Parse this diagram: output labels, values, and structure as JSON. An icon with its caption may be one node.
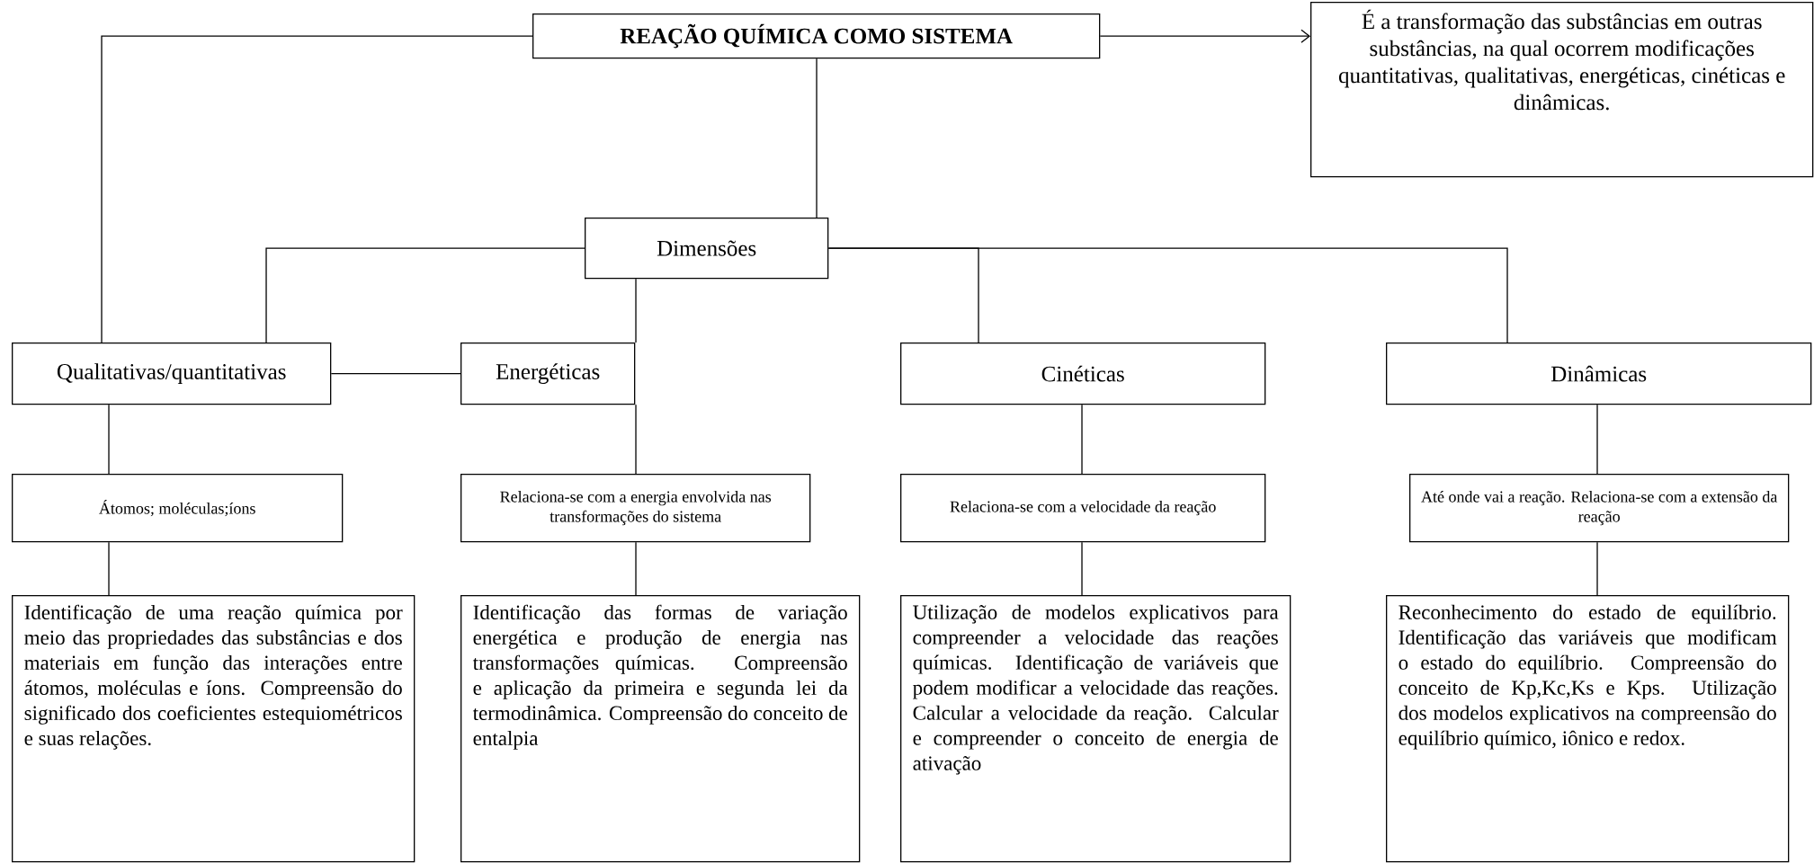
{
  "diagram": {
    "nodes": [
      {
        "text": [
          "REAÇÃO QUÍMICA COMO SISTEMA"
        ]
      },
      {
        "text": [
          "É a transformação das substâncias em outras substâncias, na qual ocorrem modificações quantitativas, qualitativas, energéticas, cinéticas e dinâmicas."
        ]
      },
      {
        "text": [
          "Dimensões"
        ]
      },
      {
        "text": [
          "Qualitativas/quantitativas"
        ]
      },
      {
        "text": [
          "Energéticas"
        ]
      },
      {
        "text": [
          "Cinéticas"
        ]
      },
      {
        "text": [
          "Dinâmicas"
        ]
      },
      {
        "text": [
          "Átomos; moléculas;íons"
        ]
      },
      {
        "text": [
          "Relaciona-se com a energia envolvida nas transformações do sistema"
        ]
      },
      {
        "text": [
          "Relaciona-se com a velocidade da reação"
        ]
      },
      {
        "text": [
          "Até onde vai a reação. Relaciona-se com a extensão da reação"
        ]
      },
      {
        "text": [
          "Identificação de uma reação química por meio das propriedades das substâncias e dos materiais em função das interações entre átomos, moléculas e íons. Compreensão do significado dos coeficientes estequiométricos e suas relações."
        ]
      },
      {
        "text": [
          "Identificação das formas de variação energética e produção de energia nas transformações químicas. Compreensão e aplicação da primeira e segunda lei da termodinâmica. Compreensão do conceito de entalpia"
        ]
      },
      {
        "text": [
          "Utilização de modelos explicativos para compreender a velocidade das reações químicas. Identificação de variáveis que podem modificar a velocidade das reações. Calcular a velocidade da reação. Calcular e compreender o conceito de energia de ativação"
        ]
      },
      {
        "text": [
          "Reconhecimento do estado de equilíbrio. Identificação das variáveis que modificam o estado do equilíbrio. Compreensão do conceito de Kp,Kc,Ks e Kps. Utilização dos modelos explicativos na compreensão do equilíbrio químico, iônico e redox."
        ]
      }
    ],
    "edges": [
      {
        "from": 0,
        "to": 1,
        "arrow": "to"
      },
      {
        "from": 0,
        "to": 2,
        "arrow": "none"
      },
      {
        "from": 0,
        "to": 3,
        "arrow": "none"
      },
      {
        "from": 2,
        "to": 3,
        "arrow": "none"
      },
      {
        "from": 2,
        "to": 4,
        "arrow": "none"
      },
      {
        "from": 2,
        "to": 5,
        "arrow": "none"
      },
      {
        "from": 2,
        "to": 6,
        "arrow": "none"
      },
      {
        "from": 3,
        "to": 4,
        "arrow": "none"
      },
      {
        "from": 3,
        "to": 7,
        "arrow": "none"
      },
      {
        "from": 7,
        "to": 11,
        "arrow": "none"
      },
      {
        "from": 4,
        "to": 8,
        "arrow": "none"
      },
      {
        "from": 8,
        "to": 12,
        "arrow": "none"
      },
      {
        "from": 5,
        "to": 9,
        "arrow": "none"
      },
      {
        "from": 9,
        "to": 13,
        "arrow": "none"
      },
      {
        "from": 6,
        "to": 10,
        "arrow": "none"
      },
      {
        "from": 10,
        "to": 14,
        "arrow": "none"
      }
    ]
  }
}
